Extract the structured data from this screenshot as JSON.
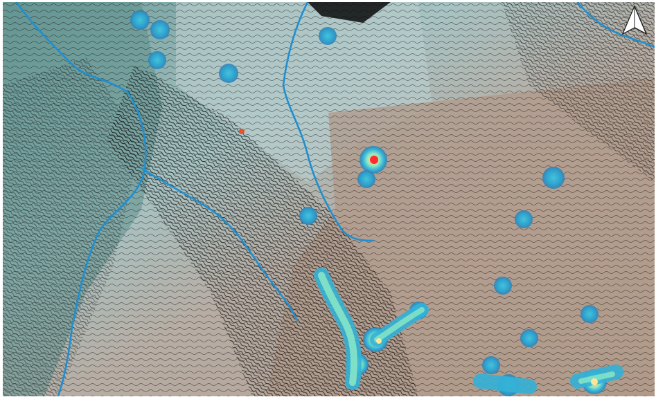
{
  "map": {
    "terrain_palette": {
      "lowland": "#b09a8a",
      "upland": "#b4c8c8",
      "valley": "#5f8f8c",
      "contour": "#111111",
      "river": "#1f8fd1"
    },
    "heat_ramp": [
      "#2e7fb6",
      "#33b0d6",
      "#6fe0c6",
      "#fff48a",
      "#ff3b2f"
    ],
    "north_arrow_icon": "north-arrow-icon",
    "hotspots": [
      {
        "level": 0.35
      },
      {
        "level": 0.35
      },
      {
        "level": 0.35
      },
      {
        "level": 0.35
      },
      {
        "level": 0.35
      },
      {
        "level": 0.95
      },
      {
        "level": 0.35
      },
      {
        "level": 0.35
      },
      {
        "level": 0.35
      },
      {
        "level": 0.35
      },
      {
        "level": 0.35
      },
      {
        "level": 0.35
      },
      {
        "level": 0.35
      },
      {
        "level": 0.75
      },
      {
        "level": 0.55
      },
      {
        "level": 0.35
      },
      {
        "level": 0.45
      },
      {
        "level": 0.7
      },
      {
        "level": 0.8
      }
    ]
  }
}
